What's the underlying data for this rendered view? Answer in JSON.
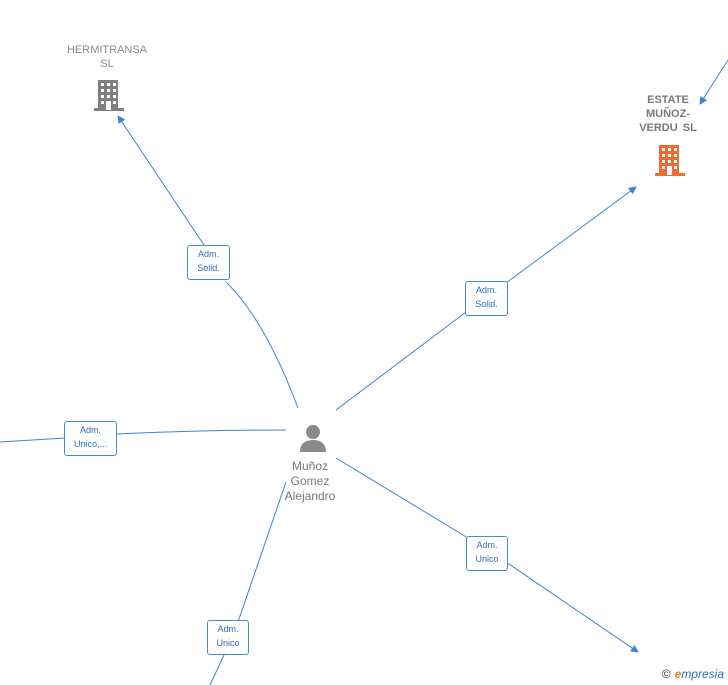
{
  "companies": {
    "hermitransa": {
      "line1": "HERMITRANSA",
      "line2": "SL",
      "color": "#7f7f7f"
    },
    "estate": {
      "line1": "ESTATE",
      "line2": "MUÑOZ-",
      "line3": "VERDU  SL",
      "color": "#f26a2e"
    }
  },
  "person": {
    "line1": "Muñoz",
    "line2": "Gomez",
    "line3": "Alejandro",
    "color": "#8a8a8a"
  },
  "edges": {
    "hermitransa": {
      "line1": "Adm.",
      "line2": "Solid."
    },
    "estate": {
      "line1": "Adm.",
      "line2": "Solid."
    },
    "left": {
      "line1": "Adm.",
      "line2": "Unico,..."
    },
    "bottom_right": {
      "line1": "Adm.",
      "line2": "Unico"
    },
    "bottom": {
      "line1": "Adm.",
      "line2": "Unico"
    }
  },
  "colors": {
    "edge": "#3f82d6"
  },
  "brand": {
    "symbol": "©",
    "initial": "e",
    "rest": "mpresia"
  }
}
